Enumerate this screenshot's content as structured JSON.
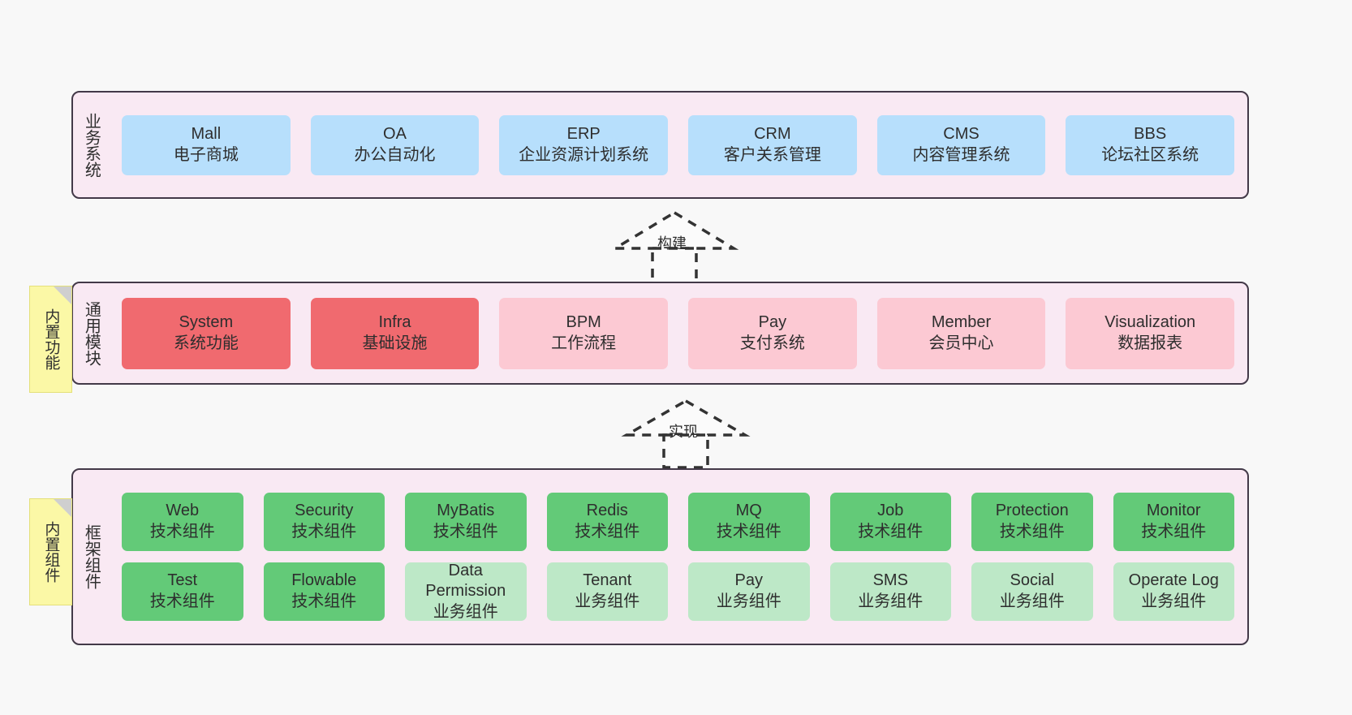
{
  "diagram": {
    "title": "",
    "colors": {
      "canvas": "#f8f8f8",
      "panel_fill": "#f9e9f3",
      "panel_border": "#433948",
      "business": "#b7dffc",
      "module_strong": "#f06a6f",
      "module_soft": "#fcc9d3",
      "tech_component": "#63ca78",
      "biz_component": "#bde8c7",
      "note": "#fbf8a6",
      "note_fold": "#cfcfcf"
    }
  },
  "layers": {
    "business": {
      "title": "业务系统",
      "cards": [
        {
          "name": "Mall",
          "desc": "电子商城"
        },
        {
          "name": "OA",
          "desc": "办公自动化"
        },
        {
          "name": "ERP",
          "desc": "企业资源计划系统"
        },
        {
          "name": "CRM",
          "desc": "客户关系管理"
        },
        {
          "name": "CMS",
          "desc": "内容管理系统"
        },
        {
          "name": "BBS",
          "desc": "论坛社区系统"
        }
      ]
    },
    "module": {
      "title": "通用模块",
      "note": "内置功能",
      "cards": [
        {
          "name": "System",
          "desc": "系统功能",
          "tone": "strong"
        },
        {
          "name": "Infra",
          "desc": "基础设施",
          "tone": "strong"
        },
        {
          "name": "BPM",
          "desc": "工作流程",
          "tone": "soft"
        },
        {
          "name": "Pay",
          "desc": "支付系统",
          "tone": "soft"
        },
        {
          "name": "Member",
          "desc": "会员中心",
          "tone": "soft"
        },
        {
          "name": "Visualization",
          "desc": "数据报表",
          "tone": "soft"
        }
      ]
    },
    "framework": {
      "title": "框架组件",
      "note": "内置组件",
      "row1": [
        {
          "name": "Web",
          "desc": "技术组件"
        },
        {
          "name": "Security",
          "desc": "技术组件"
        },
        {
          "name": "MyBatis",
          "desc": "技术组件"
        },
        {
          "name": "Redis",
          "desc": "技术组件"
        },
        {
          "name": "MQ",
          "desc": "技术组件"
        },
        {
          "name": "Job",
          "desc": "技术组件"
        },
        {
          "name": "Protection",
          "desc": "技术组件"
        },
        {
          "name": "Monitor",
          "desc": "技术组件"
        }
      ],
      "row2": [
        {
          "name": "Test",
          "desc": "技术组件",
          "tone": "tech"
        },
        {
          "name": "Flowable",
          "desc": "技术组件",
          "tone": "tech"
        },
        {
          "name": "Data",
          "name2": "Permission",
          "desc": "业务组件",
          "tone": "biz"
        },
        {
          "name": "Tenant",
          "desc": "业务组件",
          "tone": "biz"
        },
        {
          "name": "Pay",
          "desc": "业务组件",
          "tone": "biz"
        },
        {
          "name": "SMS",
          "desc": "业务组件",
          "tone": "biz"
        },
        {
          "name": "Social",
          "desc": "业务组件",
          "tone": "biz"
        },
        {
          "name": "Operate Log",
          "desc": "业务组件",
          "tone": "biz"
        }
      ]
    }
  },
  "connectors": [
    {
      "label": "构建",
      "from": "module",
      "to": "business"
    },
    {
      "label": "实现",
      "from": "framework",
      "to": "module"
    }
  ]
}
